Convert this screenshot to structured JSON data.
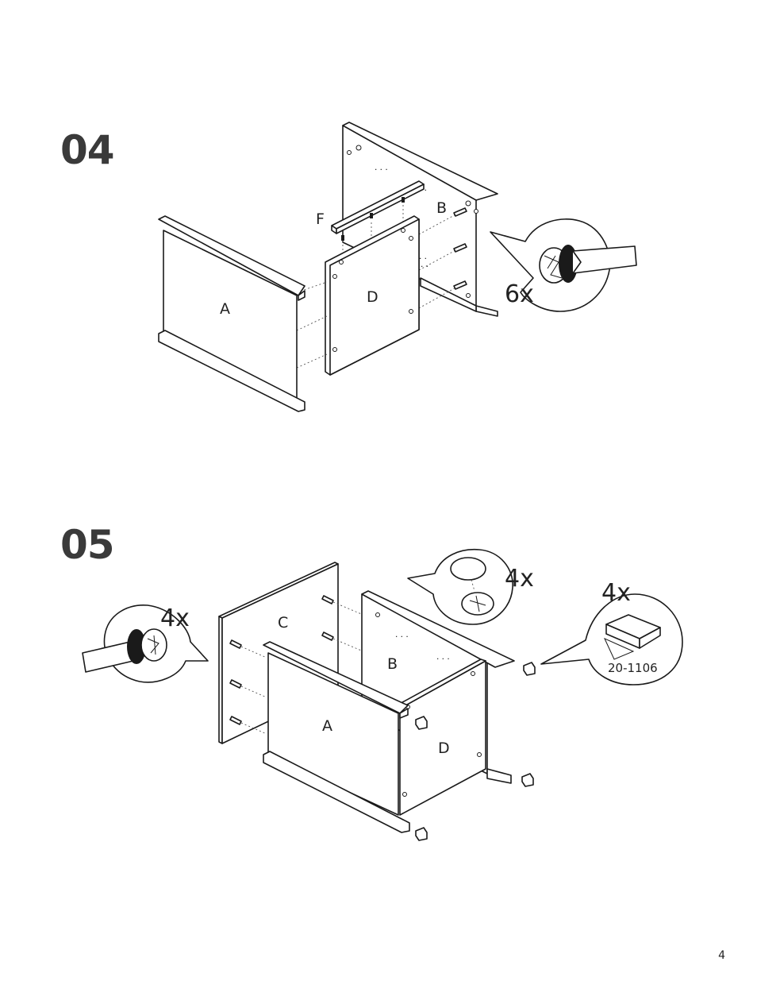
{
  "steps": [
    {
      "number": "04",
      "labels": {
        "a": "A",
        "b": "B",
        "d": "D",
        "f": "F"
      },
      "quantity": "6x"
    },
    {
      "number": "05",
      "labels": {
        "a": "A",
        "b": "B",
        "c": "C",
        "d": "D"
      },
      "quantity_cam": "4x",
      "quantity_dowel": "4x",
      "quantity_glide": "4x",
      "glide_part_number": "20-1106"
    }
  ],
  "page_number": "4"
}
